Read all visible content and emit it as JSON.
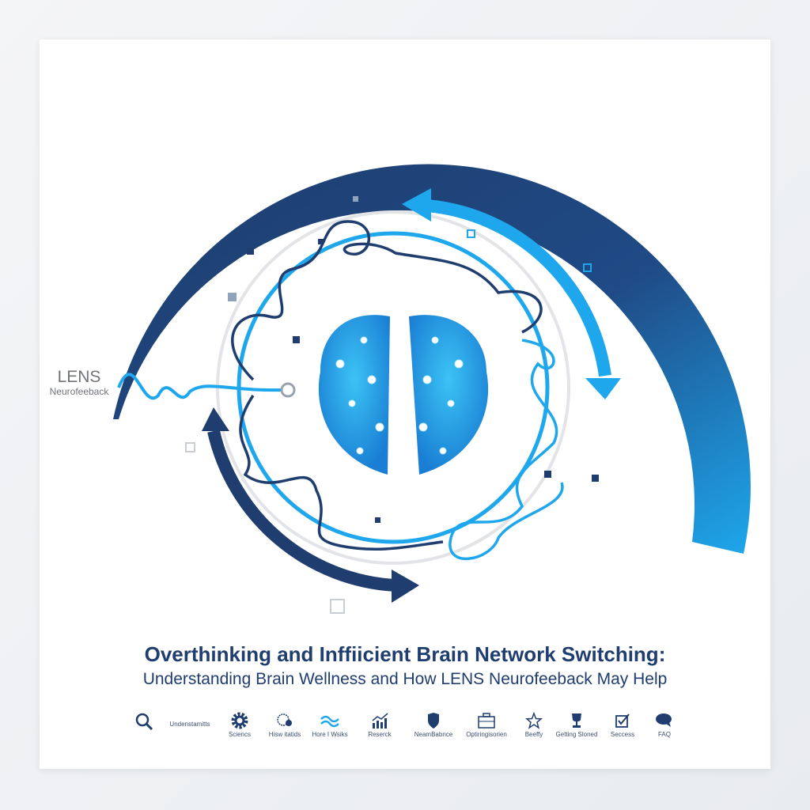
{
  "logo": {
    "line1": "LENS",
    "line2": "Neurofeeback"
  },
  "heading": {
    "title": "Overthinking and Inffiicient Brain Network Switching:",
    "subtitle": "Understanding Brain Wellness and How LENS Neurofeeback May Help"
  },
  "colors": {
    "navy": "#1f3d6e",
    "light_blue": "#1ea7ec",
    "gray_ring": "#e2e4e8"
  },
  "nav": [
    {
      "icon": "search-icon",
      "label": ""
    },
    {
      "icon": "none",
      "label": "Undenstamitts"
    },
    {
      "icon": "gear-icon",
      "label": "Sciencs"
    },
    {
      "icon": "head-gears-icon",
      "label": "Hisw itatids"
    },
    {
      "icon": "waves-icon",
      "label": "Hore I Wsiks"
    },
    {
      "icon": "bar-chart-icon",
      "label": "Reserck"
    },
    {
      "icon": "shield-icon",
      "label": "NeamBabnce"
    },
    {
      "icon": "briefcase-icon",
      "label": "Optiringisorien"
    },
    {
      "icon": "star-icon",
      "label": "Beeffy"
    },
    {
      "icon": "trophy-icon",
      "label": "Getting Sloned"
    },
    {
      "icon": "checkbox-icon",
      "label": "Seccess"
    },
    {
      "icon": "chat-bubble-icon",
      "label": "FAQ"
    }
  ]
}
